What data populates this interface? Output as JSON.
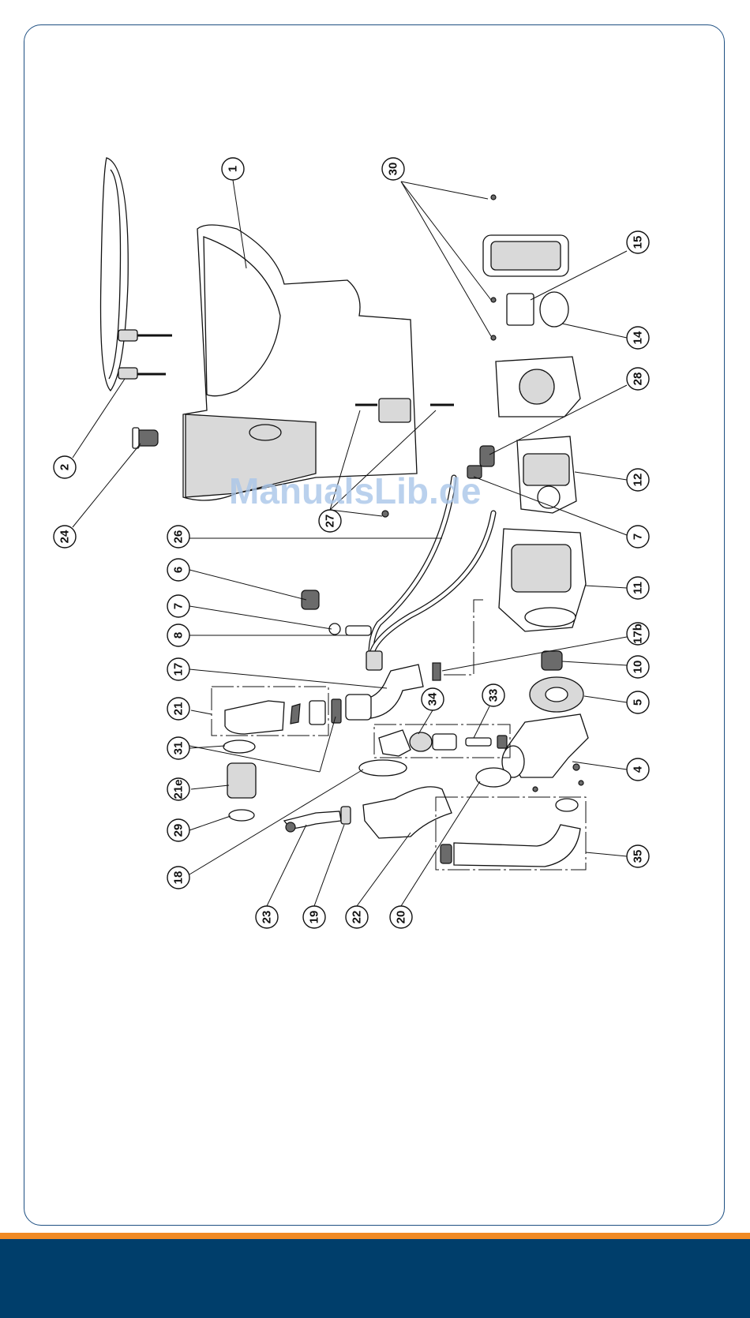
{
  "watermark": "ManualsLib.de",
  "callouts": [
    {
      "label": "1"
    },
    {
      "label": "2"
    },
    {
      "label": "24"
    },
    {
      "label": "26"
    },
    {
      "label": "6"
    },
    {
      "label": "7"
    },
    {
      "label": "8"
    },
    {
      "label": "17"
    },
    {
      "label": "21"
    },
    {
      "label": "31"
    },
    {
      "label": "21e"
    },
    {
      "label": "29"
    },
    {
      "label": "18"
    },
    {
      "label": "23"
    },
    {
      "label": "19"
    },
    {
      "label": "22"
    },
    {
      "label": "20"
    },
    {
      "label": "34"
    },
    {
      "label": "33"
    },
    {
      "label": "27"
    },
    {
      "label": "30"
    },
    {
      "label": "15"
    },
    {
      "label": "14"
    },
    {
      "label": "28"
    },
    {
      "label": "12"
    },
    {
      "label": "7"
    },
    {
      "label": "11"
    },
    {
      "label": "17b"
    },
    {
      "label": "10"
    },
    {
      "label": "5"
    },
    {
      "label": "4"
    },
    {
      "label": "35"
    }
  ],
  "colors": {
    "frame": "#1d4f82",
    "footer_accent": "#f08a24",
    "footer": "#003e6b",
    "watermark": "#a9c6e8"
  }
}
